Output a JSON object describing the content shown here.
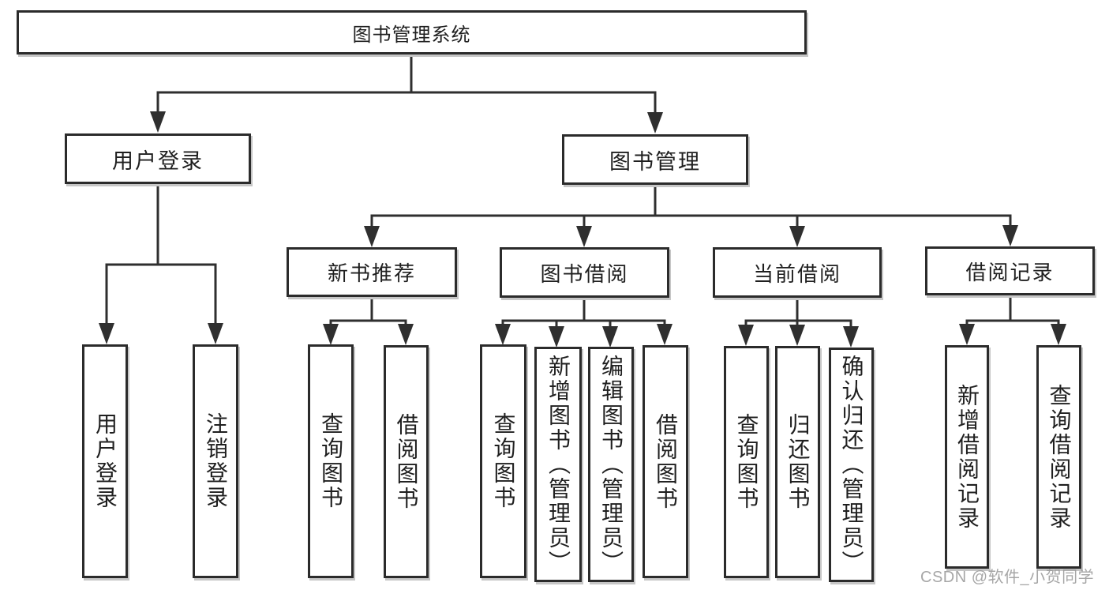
{
  "tree": {
    "label": "图书管理系统",
    "children": [
      {
        "label": "用户登录",
        "children": [
          {
            "label": "用户登录"
          },
          {
            "label": "注销登录"
          }
        ]
      },
      {
        "label": "图书管理",
        "children": [
          {
            "label": "新书推荐",
            "children": [
              {
                "label": "查询图书"
              },
              {
                "label": "借阅图书"
              }
            ]
          },
          {
            "label": "图书借阅",
            "children": [
              {
                "label": "查询图书"
              },
              {
                "label": "新增图书（管理员）"
              },
              {
                "label": "编辑图书（管理员）"
              },
              {
                "label": "借阅图书"
              }
            ]
          },
          {
            "label": "当前借阅",
            "children": [
              {
                "label": "查询图书"
              },
              {
                "label": "归还图书"
              },
              {
                "label": "确认归还（管理员）"
              }
            ]
          },
          {
            "label": "借阅记录",
            "children": [
              {
                "label": "新增借阅记录"
              },
              {
                "label": "查询借阅记录"
              }
            ]
          }
        ]
      }
    ]
  },
  "watermark": "CSDN @软件_小贺同学",
  "colors": {
    "line": "#2f2f2f",
    "box_border": "#2b2b2b",
    "box_background": "#ffffff",
    "text": "#1f1f1f",
    "watermark": "#969696",
    "background": "#ffffff"
  }
}
